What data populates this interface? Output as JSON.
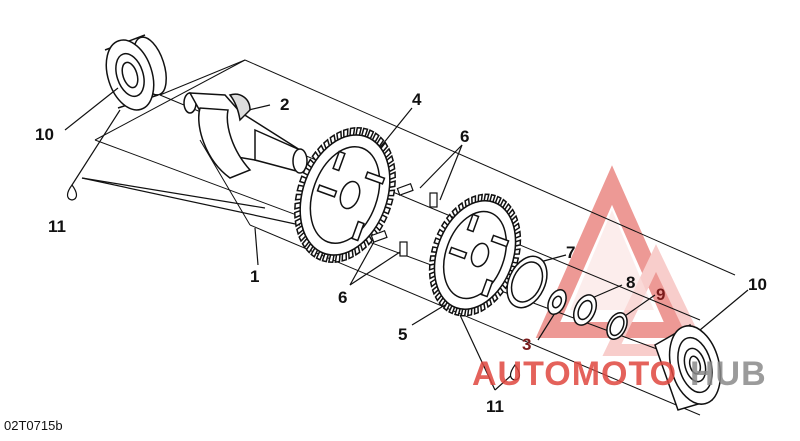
{
  "figure_code": "02T0715b",
  "callouts": {
    "c1": "1",
    "c2": "2",
    "c3": "3",
    "c4": "4",
    "c5": "5",
    "c6a": "6",
    "c6b": "6",
    "c7": "7",
    "c8": "8",
    "c9": "9",
    "c10a": "10",
    "c10b": "10",
    "c11a": "11",
    "c11b": "11"
  },
  "watermark": {
    "part1": "AUTOMOTO",
    "part2": "HUB",
    "color_red": "#e0473f",
    "color_pink": "#f4a6a2",
    "color_gray": "#8a8a8a"
  },
  "colors": {
    "line": "#111111",
    "background": "#ffffff"
  }
}
